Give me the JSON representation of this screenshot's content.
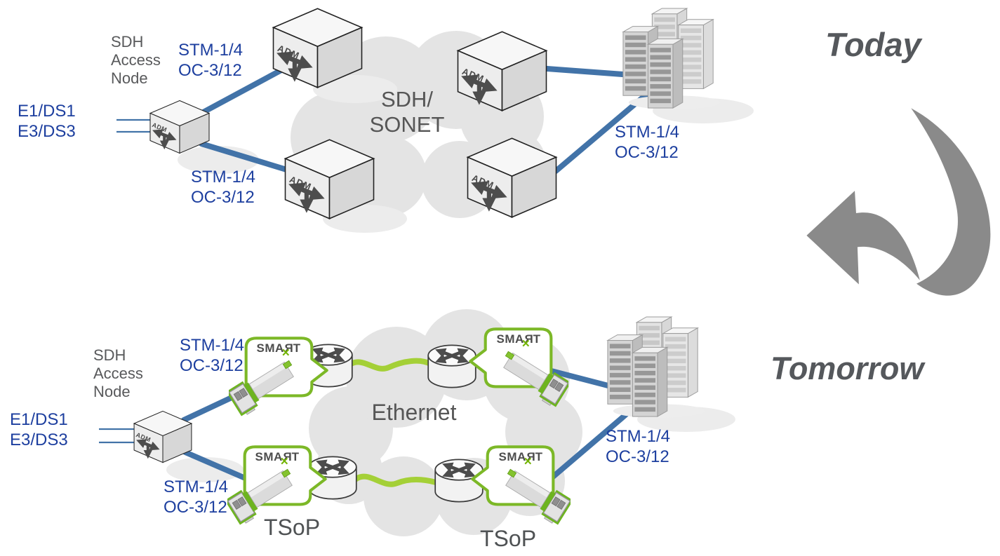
{
  "titles": {
    "today": "Today",
    "tomorrow": "Tomorrow"
  },
  "labels": {
    "adm": "ADM",
    "sdh_access_node": [
      "SDH",
      "Access",
      "Node"
    ],
    "tributaries": [
      "E1/DS1",
      "E3/DS3"
    ],
    "stm": [
      "STM-1/4",
      "OC-3/12"
    ],
    "tsop": "TSoP",
    "cloud_top": [
      "SDH/",
      "SONET"
    ],
    "cloud_bottom": "Ethernet"
  },
  "smart_logo": {
    "part1": "SMA",
    "part2": "R",
    "part3": "T",
    "cross": "✕"
  },
  "colors": {
    "link_blue": "#4273a8",
    "text_blue": "#1d3f9f",
    "text_gray": "#58595b",
    "cloud_gray": "#e4e4e4",
    "green_border": "#7cb827",
    "green_cable": "#a4d037",
    "arrow_gray": "#8a8a8a"
  }
}
